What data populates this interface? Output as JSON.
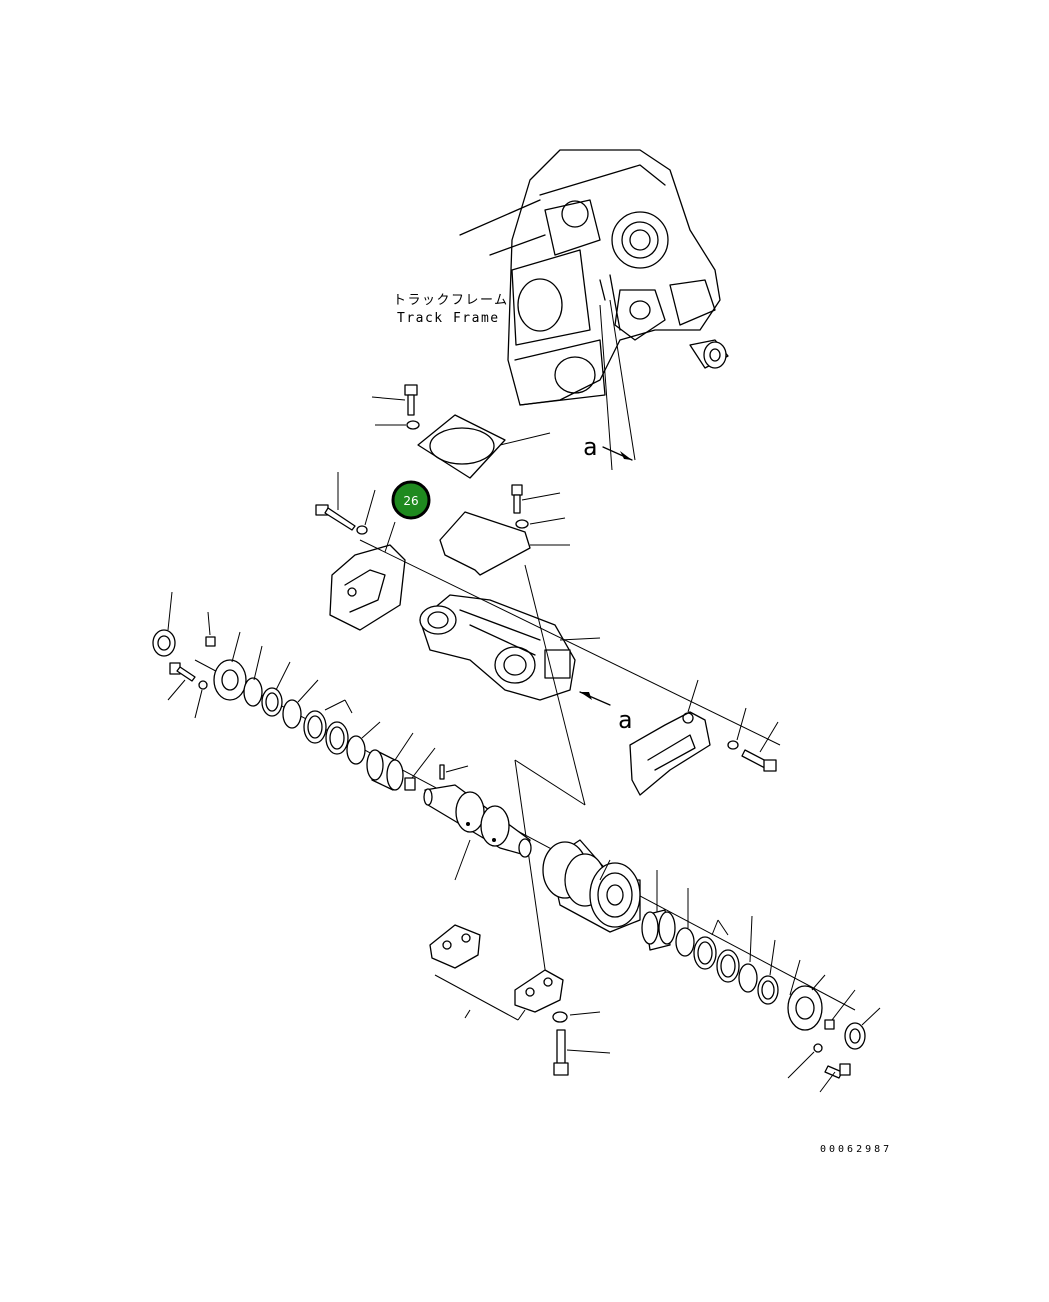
{
  "labels": {
    "frame_label_jp": "トラックフレーム",
    "frame_label_en": "Track Frame",
    "view_marker_1": "a",
    "view_marker_2": "a",
    "document_number": "00062987"
  },
  "callouts": [
    {
      "number": "26",
      "color": "#1f8a1f"
    }
  ],
  "colors": {
    "line": "#000000",
    "background": "#ffffff",
    "callout_fill": "#1f8a1f",
    "callout_border": "#000000"
  }
}
